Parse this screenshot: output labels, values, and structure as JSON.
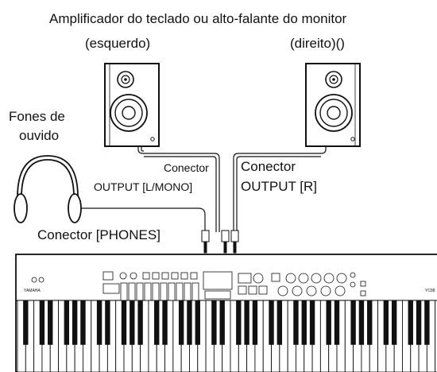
{
  "labels": {
    "title_line1": "Amplificador do teclado ou alto-falante do monitor",
    "left_speaker": "(esquerdo)",
    "right_speaker": "(direito)()",
    "headphones_line1": "Fones de",
    "headphones_line2": "ouvido",
    "left_conn_line1": "Conector",
    "left_conn_line2": "OUTPUT [L/MONO]",
    "right_conn_line1": "Conector",
    "right_conn_line2": "OUTPUT [R]",
    "phones_conn": "Conector [PHONES]"
  },
  "keyboard": {
    "brand": "YAMAHA",
    "model": "YC88"
  }
}
